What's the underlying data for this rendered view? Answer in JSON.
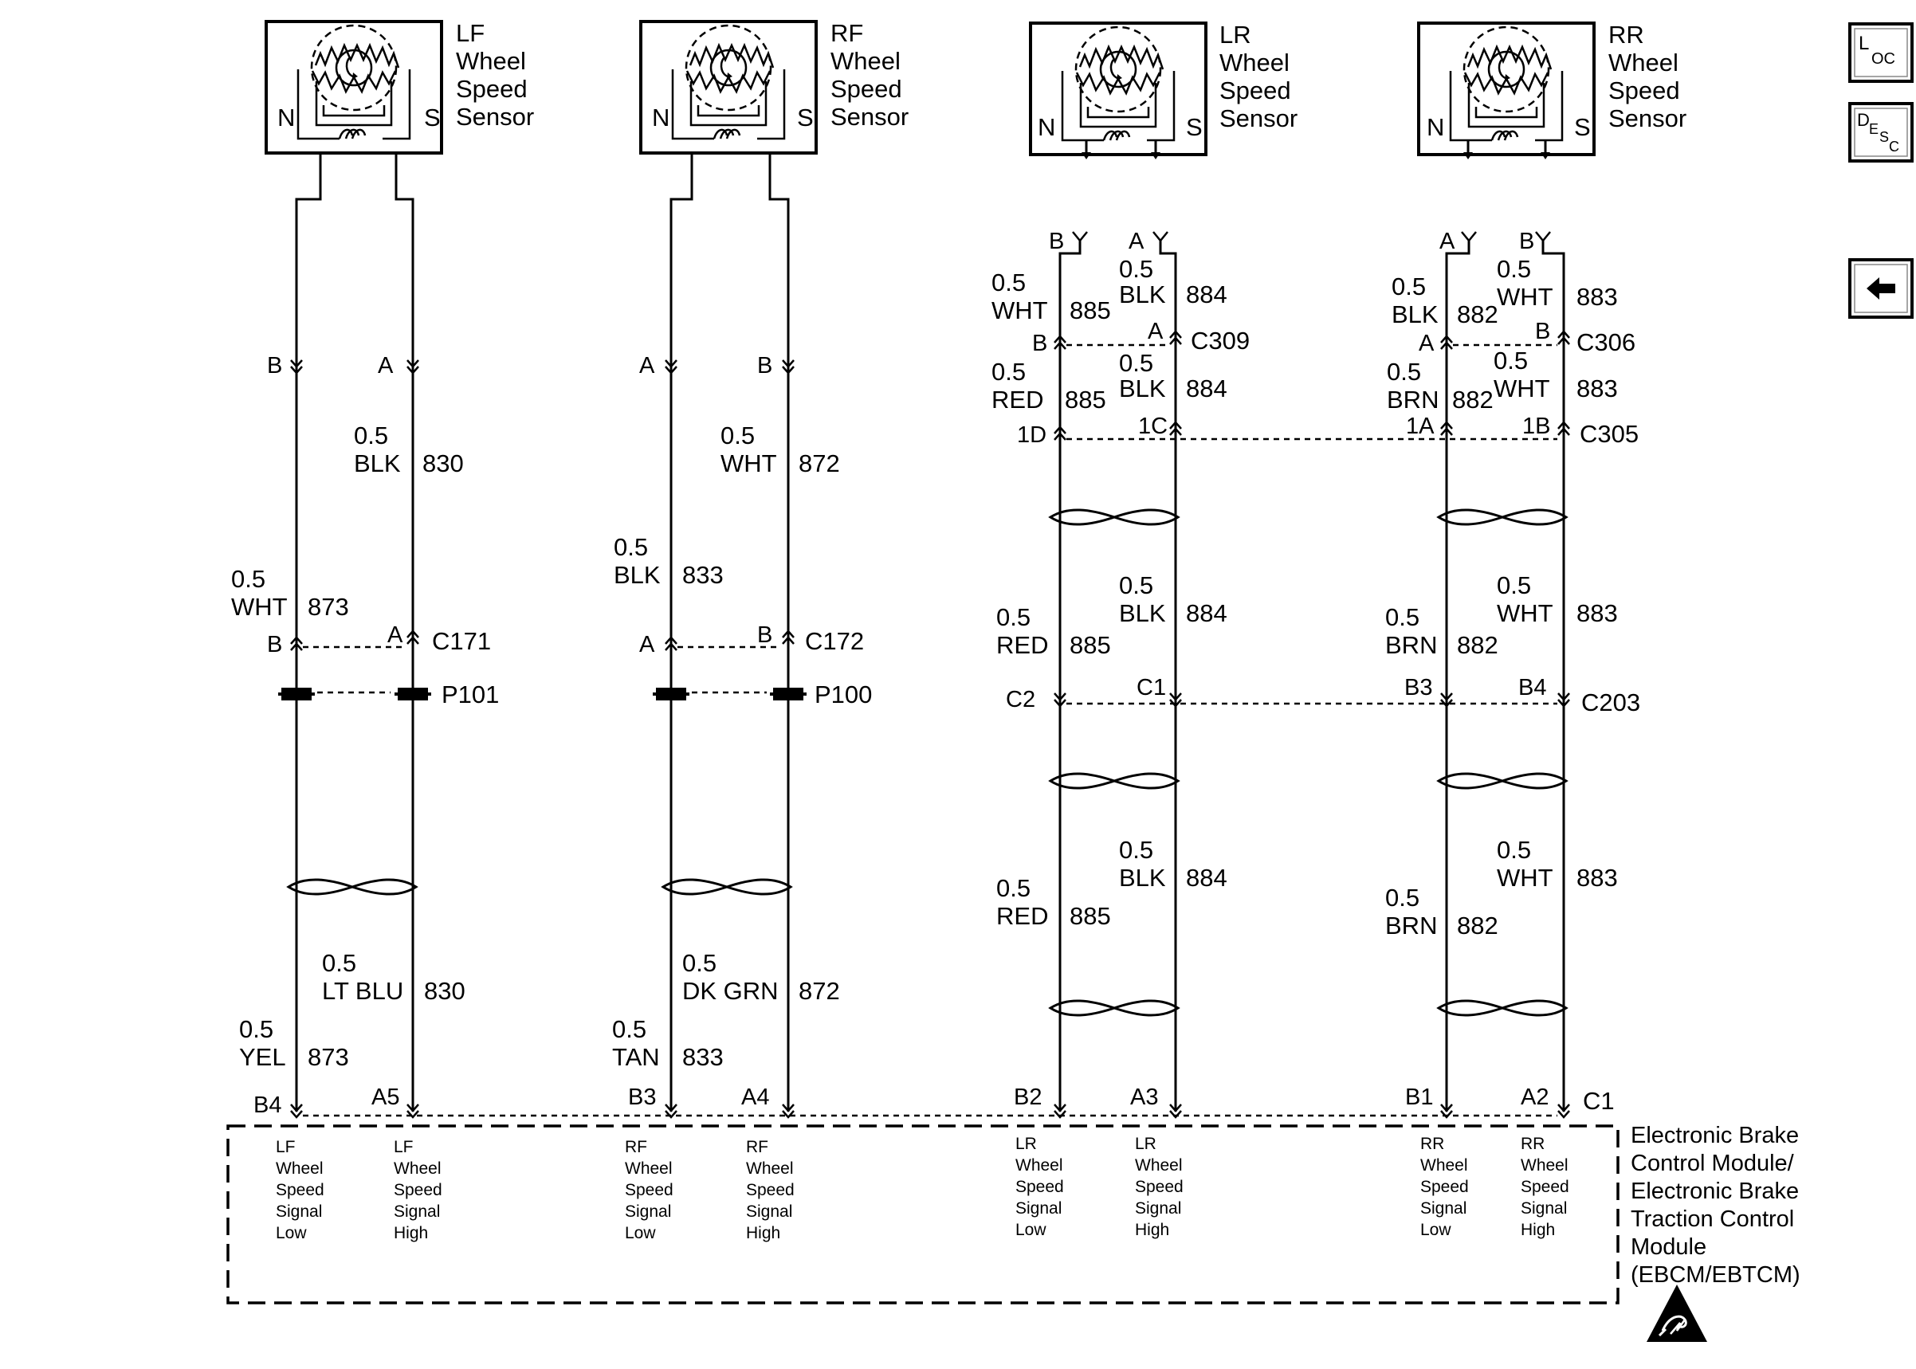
{
  "sensors": [
    {
      "l1": "LF",
      "l2": "Wheel",
      "l3": "Speed",
      "l4": "Sensor",
      "n": "N",
      "s": "S"
    },
    {
      "l1": "RF",
      "l2": "Wheel",
      "l3": "Speed",
      "l4": "Sensor",
      "n": "N",
      "s": "S"
    },
    {
      "l1": "LR",
      "l2": "Wheel",
      "l3": "Speed",
      "l4": "Sensor",
      "n": "N",
      "s": "S"
    },
    {
      "l1": "RR",
      "l2": "Wheel",
      "l3": "Speed",
      "l4": "Sensor",
      "n": "N",
      "s": "S"
    }
  ],
  "sensor_pins": {
    "lr": [
      "B",
      "A"
    ],
    "rr": [
      "A",
      "B"
    ]
  },
  "connector_pins": {
    "lf_upper": [
      "B",
      "A"
    ],
    "rf_upper": [
      "A",
      "B"
    ]
  },
  "connectors": {
    "c171": "C171",
    "p101": "P101",
    "c172": "C172",
    "p100": "P100",
    "c309": "C309",
    "c306": "C306",
    "c305": "C305",
    "c203": "C203",
    "c1": "C1",
    "c171_pins": [
      "B",
      "A"
    ],
    "c172_pins": [
      "A",
      "B"
    ],
    "c309_pins": [
      "B",
      "A"
    ],
    "c306_pins": [
      "A",
      "B"
    ],
    "c305_pins": [
      "1D",
      "1C",
      "1A",
      "1B"
    ],
    "c203_pins": [
      "C2",
      "C1",
      "B3",
      "B4"
    ],
    "c1_pins": [
      "B4",
      "A5",
      "B3",
      "A4",
      "B2",
      "A3",
      "B1",
      "A2"
    ]
  },
  "wires": {
    "lf_high_top": [
      "0.5",
      "BLK",
      "830"
    ],
    "lf_low_top": [
      "0.5",
      "WHT",
      "873"
    ],
    "lf_high_bot": [
      "0.5",
      "LT BLU",
      "830"
    ],
    "lf_low_bot": [
      "0.5",
      "YEL",
      "873"
    ],
    "rf_high_top": [
      "0.5",
      "WHT",
      "872"
    ],
    "rf_low_top": [
      "0.5",
      "BLK",
      "833"
    ],
    "rf_high_bot": [
      "0.5",
      "DK GRN",
      "872"
    ],
    "rf_low_bot": [
      "0.5",
      "TAN",
      "833"
    ],
    "lr_low_1": [
      "0.5",
      "WHT",
      "885"
    ],
    "lr_high_1": [
      "0.5",
      "BLK",
      "884"
    ],
    "lr_low_2": [
      "0.5",
      "RED",
      "885"
    ],
    "lr_high_2": [
      "0.5",
      "BLK",
      "884"
    ],
    "lr_low_3": [
      "0.5",
      "RED",
      "885"
    ],
    "lr_high_3": [
      "0.5",
      "BLK",
      "884"
    ],
    "lr_low_4": [
      "0.5",
      "RED",
      "885"
    ],
    "lr_high_4": [
      "0.5",
      "BLK",
      "884"
    ],
    "rr_low_1": [
      "0.5",
      "BLK",
      "882"
    ],
    "rr_high_1": [
      "0.5",
      "WHT",
      "883"
    ],
    "rr_low_2": [
      "0.5",
      "BRN",
      "882"
    ],
    "rr_high_2": [
      "0.5",
      "WHT",
      "883"
    ],
    "rr_low_3": [
      "0.5",
      "BRN",
      "882"
    ],
    "rr_high_3": [
      "0.5",
      "WHT",
      "883"
    ],
    "rr_low_4": [
      "0.5",
      "BRN",
      "882"
    ],
    "rr_high_4": [
      "0.5",
      "WHT",
      "883"
    ]
  },
  "module_pins": [
    [
      "LF",
      "Wheel",
      "Speed",
      "Signal",
      "Low"
    ],
    [
      "LF",
      "Wheel",
      "Speed",
      "Signal",
      "High"
    ],
    [
      "RF",
      "Wheel",
      "Speed",
      "Signal",
      "Low"
    ],
    [
      "RF",
      "Wheel",
      "Speed",
      "Signal",
      "High"
    ],
    [
      "LR",
      "Wheel",
      "Speed",
      "Signal",
      "Low"
    ],
    [
      "LR",
      "Wheel",
      "Speed",
      "Signal",
      "High"
    ],
    [
      "RR",
      "Wheel",
      "Speed",
      "Signal",
      "Low"
    ],
    [
      "RR",
      "Wheel",
      "Speed",
      "Signal",
      "High"
    ]
  ],
  "module": {
    "lines": [
      "Electronic Brake",
      "Control Module/",
      "Electronic Brake",
      "Traction Control",
      "Module",
      "(EBCM/EBTCM)"
    ]
  },
  "buttons": {
    "loc": {
      "big": "L",
      "sub": "OC"
    },
    "desc": {
      "big": "D",
      "sub1": "E",
      "sub2": "S",
      "sub3": "C"
    }
  },
  "icons": {
    "esd": "esd-warning-icon",
    "back": "back-arrow-icon"
  }
}
